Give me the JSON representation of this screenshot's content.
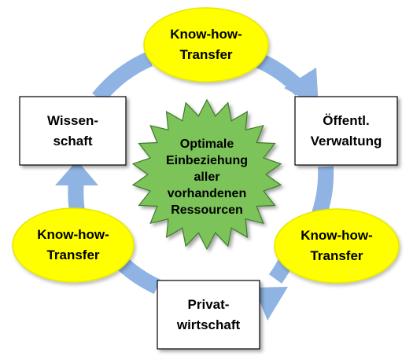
{
  "colors": {
    "arrow": "#8fb3e3",
    "ellipse_fill": "#ffff00",
    "ellipse_stroke": "#e6e600",
    "box_fill": "#ffffff",
    "box_stroke": "#000000",
    "star_fill": "#7cc45a",
    "star_stroke": "#3f7a2c",
    "text": "#000000"
  },
  "nodes": {
    "transfer_top": {
      "line1": "Know-how-",
      "line2": "Transfer"
    },
    "verwaltung": {
      "line1": "Öffentl.",
      "line2": "Verwaltung"
    },
    "transfer_right": {
      "line1": "Know-how-",
      "line2": "Transfer"
    },
    "privatwirtschaft": {
      "line1": "Privat-",
      "line2": "wirtschaft"
    },
    "transfer_left": {
      "line1": "Know-how-",
      "line2": "Transfer"
    },
    "wissenschaft": {
      "line1": "Wissen-",
      "line2": "schaft"
    }
  },
  "center": {
    "line1": "Optimale",
    "line2": "Einbeziehung",
    "line3": "aller",
    "line4": "vorhandenen",
    "line5": "Ressourcen"
  }
}
